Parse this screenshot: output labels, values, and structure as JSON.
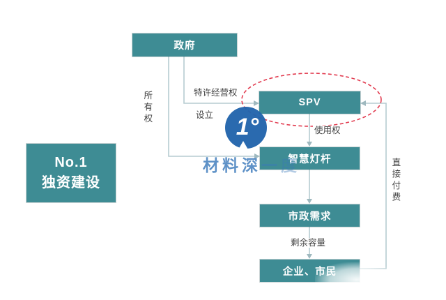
{
  "diagram": {
    "title_box": {
      "line1": "No.1",
      "line2": "独资建设"
    },
    "nodes": {
      "government": "政府",
      "spv": "SPV",
      "smart_pole": "智慧灯杆",
      "municipal_demand": "市政需求",
      "enterprises_citizens": "企业、市民"
    },
    "edge_labels": {
      "ownership": "所有权",
      "franchise": "特许经营权",
      "establish": "设立",
      "usage_right": "使用权",
      "surplus_capacity": "剩余容量",
      "direct_payment": "直接付费"
    },
    "watermark": {
      "logo_text": "1°",
      "brand_part1": "材料深",
      "brand_part2": "一",
      "brand_part3": "度"
    }
  },
  "colors": {
    "teal": "#3E8C94",
    "line": "#B6CCD1",
    "arrow": "#9FB9BF",
    "red": "#E23C50",
    "blue": "#2264AC",
    "brandblue": "#3B79BB",
    "label": "#3F3F3F"
  }
}
